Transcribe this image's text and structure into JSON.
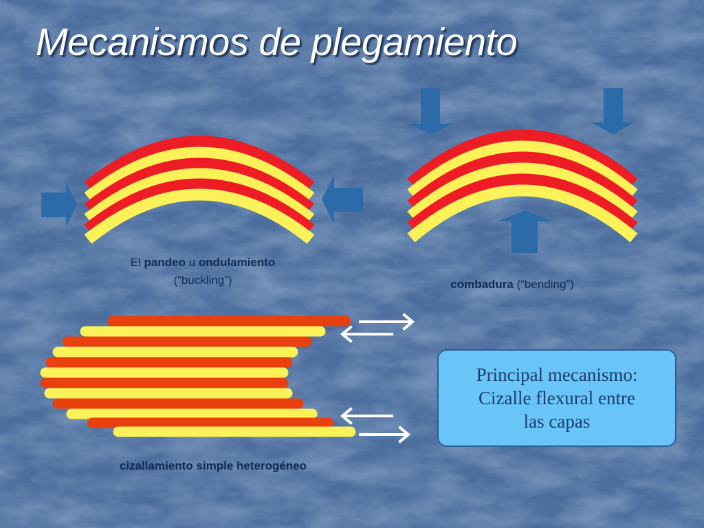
{
  "slide": {
    "title": "Mecanismos de plegamiento",
    "colors": {
      "background": "#4a6c9c",
      "arrow_blue": "#2d6aa8",
      "layer_red": "#ee1c24",
      "layer_yellow": "#fbf25a",
      "shear_red": "#e8410e",
      "callout_fill": "#69c5f7"
    }
  },
  "buckling": {
    "caption_prefix": "El ",
    "caption_term1": "pandeo",
    "caption_join": " u ",
    "caption_term2": "ondulamiento",
    "caption_line2": "(“buckling”)"
  },
  "bending": {
    "caption_term": "combadura",
    "caption_rest": " (“bending”)"
  },
  "shear": {
    "caption": "cizallamiento simple heterogéneo"
  },
  "callout": {
    "line1": "Principal mecanismo:",
    "line2": "Cizalle flexural entre",
    "line3": "las capas"
  }
}
